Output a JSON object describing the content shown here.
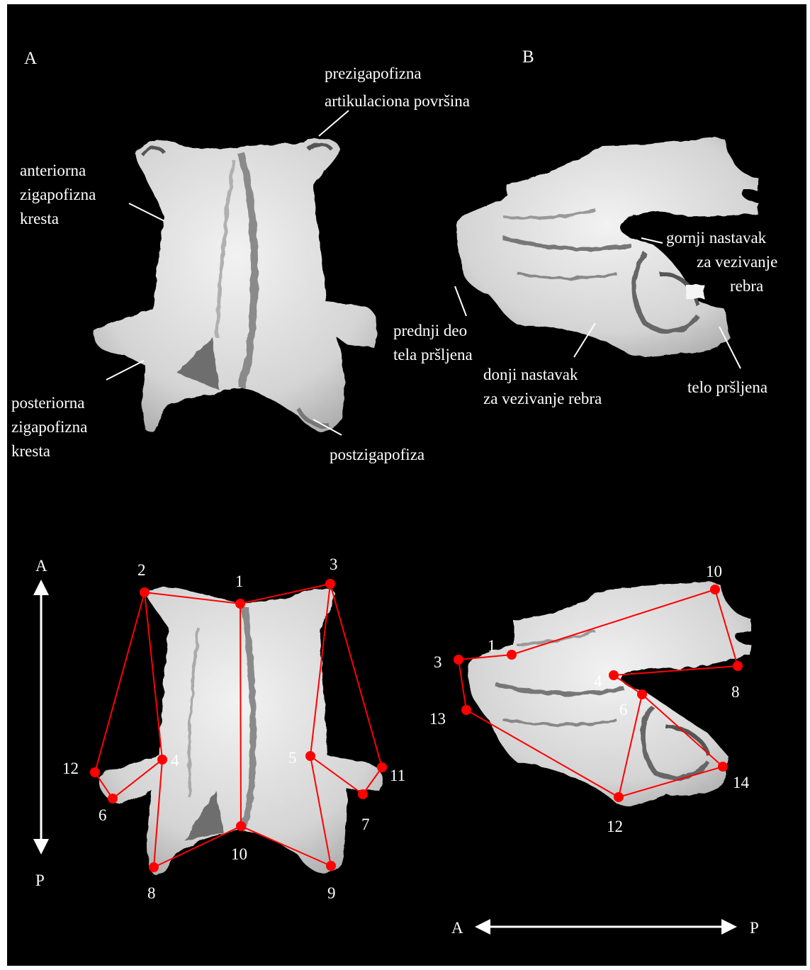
{
  "colors": {
    "background": "#000000",
    "bone": "#e6e6e6",
    "bone_shade": "#9a9a9a",
    "landmark": "#ff0000",
    "text": "#ffffff"
  },
  "panels": {
    "A": {
      "letter": "A"
    },
    "B": {
      "letter": "B"
    }
  },
  "labels_top": {
    "prezigapofizna": [
      "prezigapofizna",
      "artikulaciona površina"
    ],
    "anteriorna": [
      "anteriorna",
      "zigapofizna",
      "kresta"
    ],
    "posteriorna": [
      "posteriorna",
      "zigapofizna",
      "kresta"
    ],
    "postzigapofiza": [
      "postzigapofiza"
    ],
    "prednji_deo": [
      "prednji deo",
      "tela pršljena"
    ],
    "donji_nastavak": [
      "donji nastavak",
      "za vezivanje rebra"
    ],
    "gornji_nastavak": [
      "gornji nastavak",
      "za vezivanje",
      "rebra"
    ],
    "telo": [
      "telo pršljena"
    ]
  },
  "axes": {
    "vertical": {
      "top": "A",
      "bottom": "P"
    },
    "horizontal": {
      "left": "A",
      "right": "P"
    }
  },
  "landmarks_dorsal": [
    "1",
    "2",
    "3",
    "4",
    "5",
    "6",
    "7",
    "8",
    "9",
    "10",
    "11",
    "12"
  ],
  "landmarks_lateral": [
    "1",
    "3",
    "4",
    "6",
    "8",
    "10",
    "12",
    "13",
    "14"
  ]
}
